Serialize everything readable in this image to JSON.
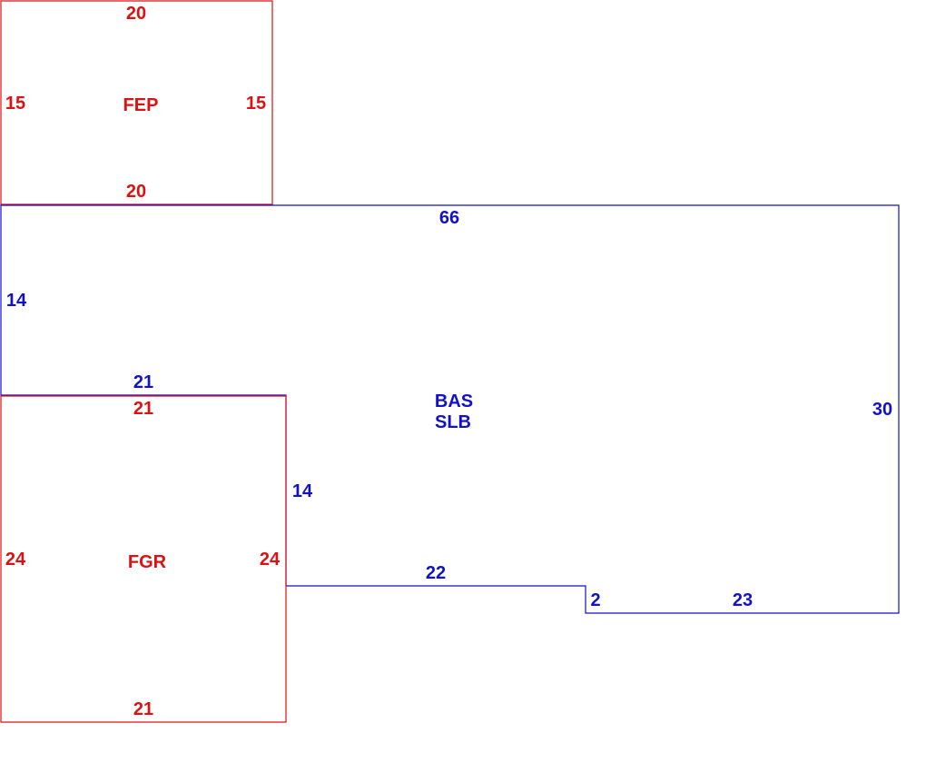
{
  "colors": {
    "fep": "#dd1111",
    "fgr": "#dd1111",
    "bas": "#1111cc"
  },
  "fep": {
    "name": "FEP",
    "top": "20",
    "left": "15",
    "right": "15",
    "bottom": "20"
  },
  "bas": {
    "name_line1": "BAS",
    "name_line2": "SLB",
    "top": "66",
    "left": "14",
    "inner_top": "21",
    "inner_right": "14",
    "step_bottom": "22",
    "step_height": "2",
    "bottom_right": "23",
    "right": "30"
  },
  "fgr": {
    "name": "FGR",
    "top": "21",
    "left": "24",
    "right": "24",
    "bottom": "21"
  }
}
